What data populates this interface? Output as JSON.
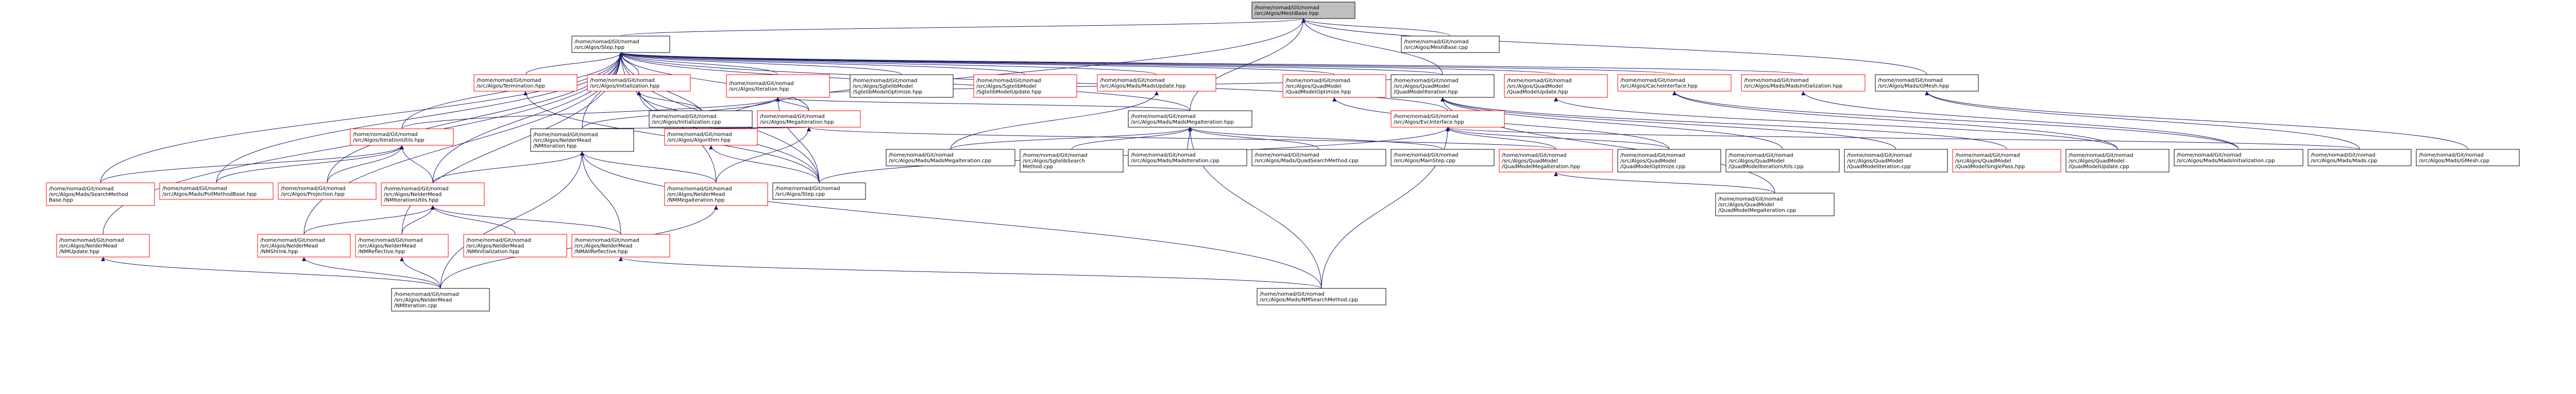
{
  "palette": {
    "edge": "#191970",
    "root_fill": "#bfbfbf",
    "node_fill": "#ffffff",
    "border_black": "#000000",
    "border_red": "#ff0000"
  },
  "nodes": [
    {
      "id": "n0",
      "lines": [
        "/home/nomad/Git/nomad",
        "/src/Algos/MeshBase.hpp"
      ],
      "style": "root"
    },
    {
      "id": "n1",
      "lines": [
        "/home/nomad/Git/nomad",
        "/src/Algos/Step.hpp"
      ],
      "style": "black"
    },
    {
      "id": "n2",
      "lines": [
        "/home/nomad/Git/nomad",
        "/src/Algos/MeshBase.cpp"
      ],
      "style": "black"
    },
    {
      "id": "n3",
      "lines": [
        "/home/nomad/Git/nomad",
        "/src/Algos/Termination.hpp"
      ],
      "style": "red"
    },
    {
      "id": "n4",
      "lines": [
        "/home/nomad/Git/nomad",
        "/src/Algos/Initialization.hpp"
      ],
      "style": "red"
    },
    {
      "id": "n5",
      "lines": [
        "/home/nomad/Git/nomad",
        "/src/Algos/Iteration.hpp"
      ],
      "style": "red"
    },
    {
      "id": "n6",
      "lines": [
        "/home/nomad/Git/nomad",
        "/src/Algos/SgtelibModel",
        "/SgtelibModelOptimize.hpp"
      ],
      "style": "black"
    },
    {
      "id": "n7",
      "lines": [
        "/home/nomad/Git/nomad",
        "/src/Algos/SgtelibModel",
        "/SgtelibModelUpdate.hpp"
      ],
      "style": "red"
    },
    {
      "id": "n8",
      "lines": [
        "/home/nomad/Git/nomad",
        "/src/Algos/Mads/MadsUpdate.hpp"
      ],
      "style": "red"
    },
    {
      "id": "n9",
      "lines": [
        "/home/nomad/Git/nomad",
        "/src/Algos/QuadModel",
        "/QuadModelOptimize.hpp"
      ],
      "style": "red"
    },
    {
      "id": "n10",
      "lines": [
        "/home/nomad/Git/nomad",
        "/src/Algos/QuadModel",
        "/QuadModelIteration.hpp"
      ],
      "style": "black"
    },
    {
      "id": "n11",
      "lines": [
        "/home/nomad/Git/nomad",
        "/src/Algos/QuadModel",
        "/QuadModelUpdate.hpp"
      ],
      "style": "red"
    },
    {
      "id": "n12",
      "lines": [
        "/home/nomad/Git/nomad",
        "/src/Algos/CacheInterface.hpp"
      ],
      "style": "red"
    },
    {
      "id": "n13",
      "lines": [
        "/home/nomad/Git/nomad",
        "/src/Algos/Mads/MadsInitialization.hpp"
      ],
      "style": "red"
    },
    {
      "id": "n14",
      "lines": [
        "/home/nomad/Git/nomad",
        "/src/Algos/Mads/GMesh.hpp"
      ],
      "style": "black"
    },
    {
      "id": "n15",
      "lines": [
        "/home/nomad/Git/nomad",
        "/src/Algos/Initialization.cpp"
      ],
      "style": "black"
    },
    {
      "id": "n16",
      "lines": [
        "/home/nomad/Git/nomad",
        "/src/Algos/Megaiteration.hpp"
      ],
      "style": "red"
    },
    {
      "id": "n17",
      "lines": [
        "/home/nomad/Git/nomad",
        "/src/Algos/Mads/MadsMegaIteration.hpp"
      ],
      "style": "black"
    },
    {
      "id": "n18",
      "lines": [
        "/home/nomad/Git/nomad",
        "/src/Algos/EvcInterface.hpp"
      ],
      "style": "red"
    },
    {
      "id": "n19",
      "lines": [
        "/home/nomad/Git/nomad",
        "/src/Algos/IterationUtils.hpp"
      ],
      "style": "red"
    },
    {
      "id": "n20",
      "lines": [
        "/home/nomad/Git/nomad",
        "/src/Algos/NelderMead",
        "/NMIteration.hpp"
      ],
      "style": "black"
    },
    {
      "id": "n21",
      "lines": [
        "/home/nomad/Git/nomad",
        "/src/Algos/Algorithm.hpp"
      ],
      "style": "red"
    },
    {
      "id": "n22",
      "lines": [
        "/home/nomad/Git/nomad",
        "/src/Algos/Mads/MadsMegaIteration.cpp"
      ],
      "style": "black"
    },
    {
      "id": "n23",
      "lines": [
        "/home/nomad/Git/nomad",
        "/src/Algos/SgtelibSearch",
        "Method.cpp"
      ],
      "style": "black"
    },
    {
      "id": "n24",
      "lines": [
        "/home/nomad/Git/nomad",
        "/src/Algos/Mads/MadsIteration.cpp"
      ],
      "style": "black"
    },
    {
      "id": "n25",
      "lines": [
        "/home/nomad/Git/nomad",
        "/src/Algos/Mads/QuadSearchMethod.cpp"
      ],
      "style": "black"
    },
    {
      "id": "n26",
      "lines": [
        "/home/nomad/Git/nomad",
        "/src/Algos/MainStep.cpp"
      ],
      "style": "black"
    },
    {
      "id": "n27",
      "lines": [
        "/home/nomad/Git/nomad",
        "/src/Algos/QuadModel",
        "/QuadModelMegaIteration.hpp"
      ],
      "style": "red"
    },
    {
      "id": "n28",
      "lines": [
        "/home/nomad/Git/nomad",
        "/src/Algos/QuadModel",
        "/QuadModelOptimize.cpp"
      ],
      "style": "black"
    },
    {
      "id": "n29",
      "lines": [
        "/home/nomad/Git/nomad",
        "/src/Algos/QuadModel",
        "/QuadModelIterationUtils.cpp"
      ],
      "style": "black"
    },
    {
      "id": "n30",
      "lines": [
        "/home/nomad/Git/nomad",
        "/src/Algos/QuadModel",
        "/QuadModelIteration.cpp"
      ],
      "style": "black"
    },
    {
      "id": "n31",
      "lines": [
        "/home/nomad/Git/nomad",
        "/src/Algos/QuadModel",
        "/QuadModelSinglePass.hpp"
      ],
      "style": "red"
    },
    {
      "id": "n32",
      "lines": [
        "/home/nomad/Git/nomad",
        "/src/Algos/QuadModel",
        "/QuadModelUpdate.cpp"
      ],
      "style": "black"
    },
    {
      "id": "n33",
      "lines": [
        "/home/nomad/Git/nomad",
        "/src/Algos/Mads/MadsInitialization.cpp"
      ],
      "style": "black"
    },
    {
      "id": "n34",
      "lines": [
        "/home/nomad/Git/nomad",
        "/src/Algos/Mads/Mads.cpp"
      ],
      "style": "black"
    },
    {
      "id": "n35",
      "lines": [
        "/home/nomad/Git/nomad",
        "/src/Algos/Mads/GMesh.cpp"
      ],
      "style": "black"
    },
    {
      "id": "n36",
      "lines": [
        "/home/nomad/Git/nomad",
        "/src/Algos/Mads/SearchMethod",
        "Base.hpp"
      ],
      "style": "red"
    },
    {
      "id": "n37",
      "lines": [
        "/home/nomad/Git/nomad",
        "/src/Algos/Mads/PollMethodBase.hpp"
      ],
      "style": "red"
    },
    {
      "id": "n38",
      "lines": [
        "/home/nomad/Git/nomad",
        "/src/Algos/Projection.hpp"
      ],
      "style": "red"
    },
    {
      "id": "n39",
      "lines": [
        "/home/nomad/Git/nomad",
        "/src/Algos/NelderMead",
        "/NMIterationUtils.hpp"
      ],
      "style": "red"
    },
    {
      "id": "n40",
      "lines": [
        "/home/nomad/Git/nomad",
        "/src/Algos/NelderMead",
        "/NMMegaIteration.hpp"
      ],
      "style": "red"
    },
    {
      "id": "n41",
      "lines": [
        "/home/nomad/Git/nomad",
        "/src/Algos/Step.cpp"
      ],
      "style": "black"
    },
    {
      "id": "n42",
      "lines": [
        "/home/nomad/Git/nomad",
        "/src/Algos/QuadModel",
        "/QuadModelMegaIteration.cpp"
      ],
      "style": "black"
    },
    {
      "id": "n43",
      "lines": [
        "/home/nomad/Git/nomad",
        "/src/Algos/NelderMead",
        "/NMUpdate.hpp"
      ],
      "style": "red"
    },
    {
      "id": "n44",
      "lines": [
        "/home/nomad/Git/nomad",
        "/src/Algos/NelderMead",
        "/NMShrink.hpp"
      ],
      "style": "red"
    },
    {
      "id": "n45",
      "lines": [
        "/home/nomad/Git/nomad",
        "/src/Algos/NelderMead",
        "/NMReflective.hpp"
      ],
      "style": "red"
    },
    {
      "id": "n46",
      "lines": [
        "/home/nomad/Git/nomad",
        "/src/Algos/NelderMead",
        "/NMInitialization.hpp"
      ],
      "style": "red"
    },
    {
      "id": "n47",
      "lines": [
        "/home/nomad/Git/nomad",
        "/src/Algos/NelderMead",
        "/NMAllReflective.hpp"
      ],
      "style": "red"
    },
    {
      "id": "n48",
      "lines": [
        "/home/nomad/Git/nomad",
        "/src/Algos/NelderMead",
        "/NMIteration.cpp"
      ],
      "style": "black"
    },
    {
      "id": "n49",
      "lines": [
        "/home/nomad/Git/nomad",
        "/src/Algos/Mads/NMSearchMethod.cpp"
      ],
      "style": "black"
    }
  ],
  "edges": [
    [
      "n1",
      "n0"
    ],
    [
      "n2",
      "n0"
    ],
    [
      "n17",
      "n0"
    ],
    [
      "n14",
      "n0"
    ],
    [
      "n10",
      "n0"
    ],
    [
      "n21",
      "n0"
    ],
    [
      "n3",
      "n1"
    ],
    [
      "n4",
      "n1"
    ],
    [
      "n5",
      "n1"
    ],
    [
      "n6",
      "n1"
    ],
    [
      "n7",
      "n1"
    ],
    [
      "n8",
      "n1"
    ],
    [
      "n9",
      "n1"
    ],
    [
      "n10",
      "n1"
    ],
    [
      "n11",
      "n1"
    ],
    [
      "n12",
      "n1"
    ],
    [
      "n13",
      "n1"
    ],
    [
      "n16",
      "n1"
    ],
    [
      "n17",
      "n1"
    ],
    [
      "n18",
      "n1"
    ],
    [
      "n19",
      "n1"
    ],
    [
      "n20",
      "n1"
    ],
    [
      "n21",
      "n1"
    ],
    [
      "n36",
      "n1"
    ],
    [
      "n37",
      "n1"
    ],
    [
      "n38",
      "n1"
    ],
    [
      "n39",
      "n1"
    ],
    [
      "n40",
      "n1"
    ],
    [
      "n43",
      "n1"
    ],
    [
      "n44",
      "n1"
    ],
    [
      "n45",
      "n1"
    ],
    [
      "n41",
      "n1"
    ],
    [
      "n15",
      "n4"
    ],
    [
      "n21",
      "n4"
    ],
    [
      "n41",
      "n4"
    ],
    [
      "n33",
      "n13"
    ],
    [
      "n16",
      "n5"
    ],
    [
      "n17",
      "n5"
    ],
    [
      "n19",
      "n5"
    ],
    [
      "n20",
      "n5"
    ],
    [
      "n10",
      "n5"
    ],
    [
      "n41",
      "n5"
    ],
    [
      "n20",
      "n16"
    ],
    [
      "n21",
      "n16"
    ],
    [
      "n27",
      "n16"
    ],
    [
      "n40",
      "n16"
    ],
    [
      "n22",
      "n17"
    ],
    [
      "n23",
      "n17"
    ],
    [
      "n24",
      "n17"
    ],
    [
      "n25",
      "n17"
    ],
    [
      "n26",
      "n17"
    ],
    [
      "n49",
      "n17"
    ],
    [
      "n22",
      "n8"
    ],
    [
      "n28",
      "n9"
    ],
    [
      "n29",
      "n10"
    ],
    [
      "n30",
      "n10"
    ],
    [
      "n31",
      "n10"
    ],
    [
      "n42",
      "n10"
    ],
    [
      "n32",
      "n11"
    ],
    [
      "n34",
      "n14"
    ],
    [
      "n35",
      "n14"
    ],
    [
      "n33",
      "n12"
    ],
    [
      "n32",
      "n12"
    ],
    [
      "n27",
      "n18"
    ],
    [
      "n28",
      "n18"
    ],
    [
      "n41",
      "n18"
    ],
    [
      "n49",
      "n18"
    ],
    [
      "n34",
      "n18"
    ],
    [
      "n36",
      "n19"
    ],
    [
      "n37",
      "n19"
    ],
    [
      "n38",
      "n19"
    ],
    [
      "n39",
      "n19"
    ],
    [
      "n39",
      "n20"
    ],
    [
      "n40",
      "n20"
    ],
    [
      "n47",
      "n20"
    ],
    [
      "n48",
      "n20"
    ],
    [
      "n49",
      "n20"
    ],
    [
      "n41",
      "n21"
    ],
    [
      "n41",
      "n3"
    ],
    [
      "n42",
      "n27"
    ],
    [
      "n44",
      "n39"
    ],
    [
      "n45",
      "n39"
    ],
    [
      "n46",
      "n39"
    ],
    [
      "n47",
      "n39"
    ],
    [
      "n48",
      "n40"
    ],
    [
      "n48",
      "n43"
    ],
    [
      "n48",
      "n44"
    ],
    [
      "n48",
      "n45"
    ],
    [
      "n49",
      "n47"
    ]
  ]
}
